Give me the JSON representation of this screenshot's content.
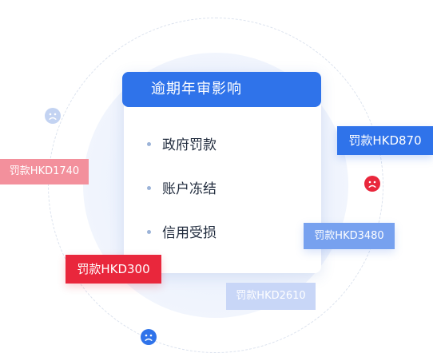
{
  "card": {
    "title": "逾期年审影响",
    "items": [
      "政府罚款",
      "账户冻结",
      "信用受损"
    ]
  },
  "tags": {
    "t870": "罚款HKD870",
    "t1740": "罚款HKD1740",
    "t3480": "罚款HKD3480",
    "t300": "罚款HKD300",
    "t2610": "罚款HKD2610"
  },
  "icons": {
    "face_a": "sad-face-icon",
    "face_b": "sad-face-icon",
    "face_c": "sad-face-icon"
  },
  "colors": {
    "primary_blue": "#2f73ea",
    "alert_red": "#e9273c",
    "pink": "#f3909c",
    "light_blue": "#77a1ef",
    "pale_blue": "#c8d6f7"
  }
}
